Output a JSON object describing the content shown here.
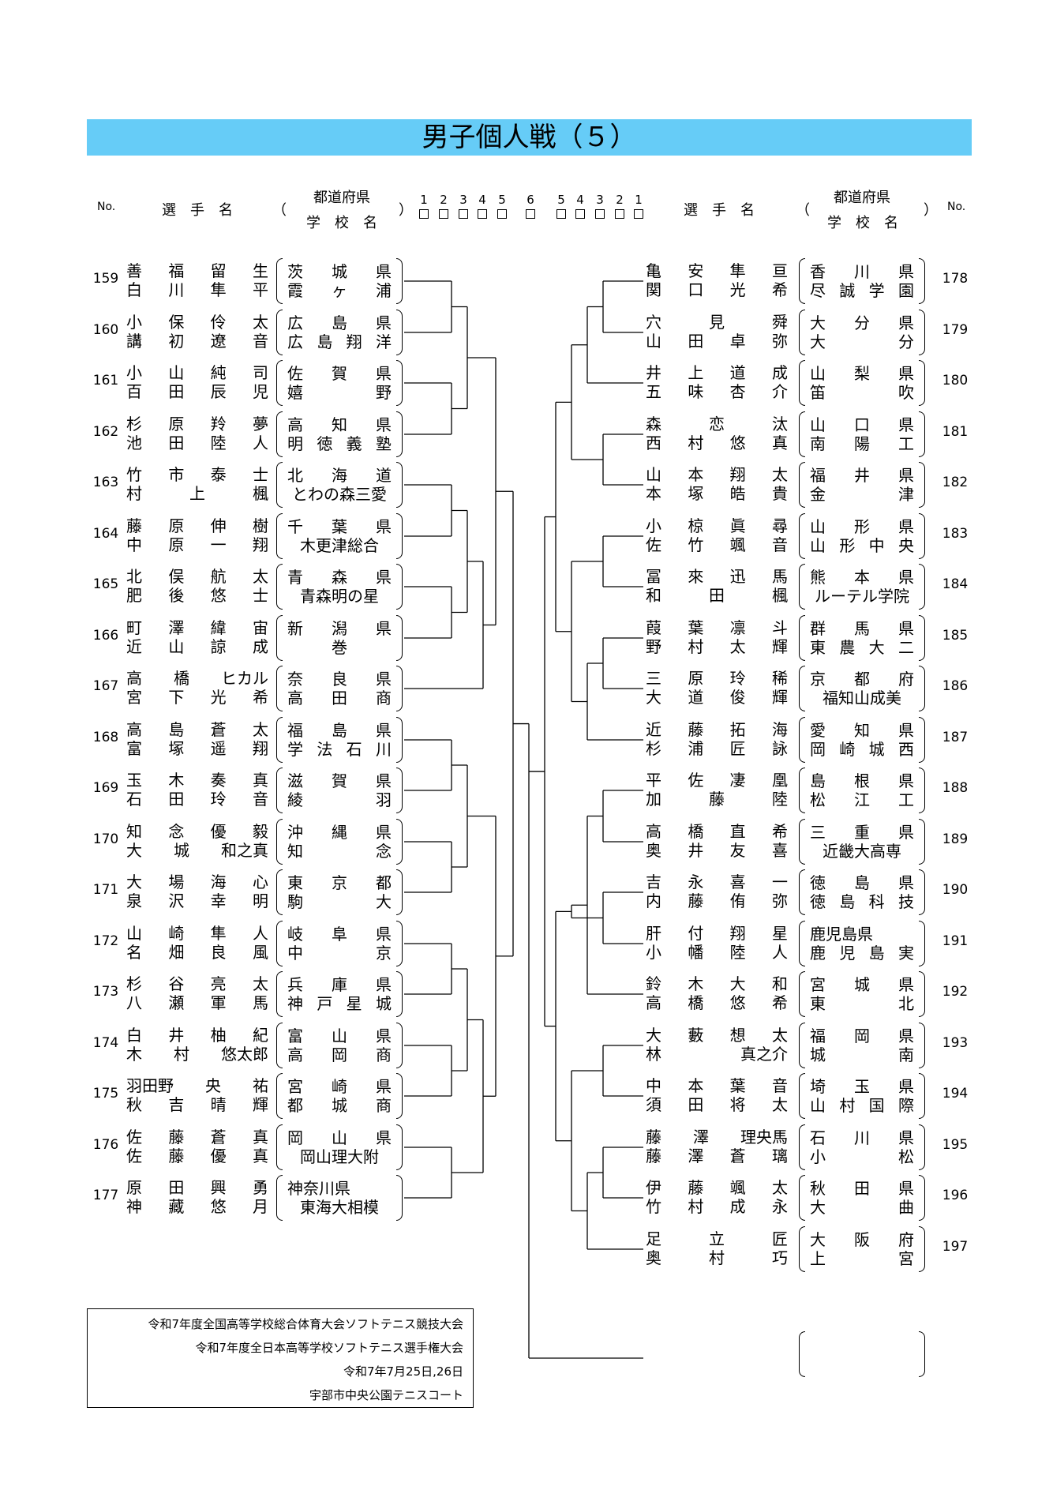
{
  "title": "男子個人戦（５）",
  "header": {
    "no": "No.",
    "player_name": "選　手　名",
    "prefecture": "都道府県",
    "school": "学　校　名",
    "paren_open": "（",
    "paren_close": "）",
    "rounds_left": [
      "1",
      "2",
      "3",
      "4",
      "5",
      "6"
    ],
    "rounds_right": [
      "5",
      "4",
      "3",
      "2",
      "1"
    ]
  },
  "left_entries": [
    {
      "no": "159",
      "p1": "善　福　留　生",
      "p2": "白　川　隼　平",
      "pref": "茨　城　県",
      "school": "霞　ヶ　浦"
    },
    {
      "no": "160",
      "p1": "小　保　伶　太",
      "p2": "講　初　遼　音",
      "pref": "広　島　県",
      "school": "広　島　翔　洋"
    },
    {
      "no": "161",
      "p1": "小　山　純　司",
      "p2": "百　田　辰　児",
      "pref": "佐　賀　県",
      "school": "嬉　　　野"
    },
    {
      "no": "162",
      "p1": "杉　原　羚　夢",
      "p2": "池　田　陸　人",
      "pref": "高　知　県",
      "school": "明　徳　義　塾"
    },
    {
      "no": "163",
      "p1": "竹　市　泰　士",
      "p2": "村　上　　楓",
      "pref": "北　海　道",
      "school": "とわの森三愛"
    },
    {
      "no": "164",
      "p1": "藤　原　伸　樹",
      "p2": "中　原　一　翔",
      "pref": "千　葉　県",
      "school": "木更津総合"
    },
    {
      "no": "165",
      "p1": "北　俣　航　太",
      "p2": "肥　後　悠　士",
      "pref": "青　森　県",
      "school": "青森明の星"
    },
    {
      "no": "166",
      "p1": "町　澤　緯　宙",
      "p2": "近　山　諒　成",
      "pref": "新　潟　県",
      "school": "巻"
    },
    {
      "no": "167",
      "p1": "高　橋　ヒカル",
      "p2": "宮　下　光　希",
      "pref": "奈　良　県",
      "school": "高　田　商"
    },
    {
      "no": "168",
      "p1": "高　島　蒼　太",
      "p2": "富　塚　遥　翔",
      "pref": "福　島　県",
      "school": "学　法　石　川"
    },
    {
      "no": "169",
      "p1": "玉　木　奏　真",
      "p2": "石　田　玲　音",
      "pref": "滋　賀　県",
      "school": "綾　　　羽"
    },
    {
      "no": "170",
      "p1": "知　念　優　毅",
      "p2": "大　城　和之真",
      "pref": "沖　縄　県",
      "school": "知　　　念"
    },
    {
      "no": "171",
      "p1": "大　場　海　心",
      "p2": "泉　沢　幸　明",
      "pref": "東　京　都",
      "school": "駒　　　大"
    },
    {
      "no": "172",
      "p1": "山　崎　隼　人",
      "p2": "名　畑　良　風",
      "pref": "岐　阜　県",
      "school": "中　　　京"
    },
    {
      "no": "173",
      "p1": "杉　谷　亮　太",
      "p2": "八　瀬　軍　馬",
      "pref": "兵　庫　県",
      "school": "神　戸　星　城"
    },
    {
      "no": "174",
      "p1": "白　井　柚　紀",
      "p2": "木　村　悠太郎",
      "pref": "富　山　県",
      "school": "高　岡　商"
    },
    {
      "no": "175",
      "p1": "羽田野　央　祐",
      "p2": "秋　吉　晴　輝",
      "pref": "宮　崎　県",
      "school": "都　城　商"
    },
    {
      "no": "176",
      "p1": "佐　藤　蒼　真",
      "p2": "佐　藤　優　真",
      "pref": "岡　山　県",
      "school": "岡山理大附"
    },
    {
      "no": "177",
      "p1": "原　田　興　勇",
      "p2": "神　藏　悠　月",
      "pref": "神奈川県",
      "school": "東海大相模"
    }
  ],
  "right_entries": [
    {
      "no": "178",
      "p1": "亀　安　隼　亘",
      "p2": "関　口　光　希",
      "pref": "香　川　県",
      "school": "尽　誠　学　園"
    },
    {
      "no": "179",
      "p1": "穴　見　　舜",
      "p2": "山　田　卓　弥",
      "pref": "大　分　県",
      "school": "大　　　分"
    },
    {
      "no": "180",
      "p1": "井　上　道　成",
      "p2": "五　味　杏　介",
      "pref": "山　梨　県",
      "school": "笛　　　吹"
    },
    {
      "no": "181",
      "p1": "　森　恋　汰",
      "p2": "西　村　悠　真",
      "pref": "山　口　県",
      "school": "南　陽　工"
    },
    {
      "no": "182",
      "p1": "山　本　翔　太",
      "p2": "本　塚　皓　貴",
      "pref": "福　井　県",
      "school": "金　　　津"
    },
    {
      "no": "183",
      "p1": "小　椋　眞　尋",
      "p2": "佐　竹　颯　音",
      "pref": "山　形　県",
      "school": "山　形　中　央"
    },
    {
      "no": "184",
      "p1": "冨　來　迅　馬",
      "p2": "和　田　　楓",
      "pref": "熊　本　県",
      "school": "ルーテル学院"
    },
    {
      "no": "185",
      "p1": "葭　葉　凛　斗",
      "p2": "野　村　太　輝",
      "pref": "群　馬　県",
      "school": "東　農　大　二"
    },
    {
      "no": "186",
      "p1": "三　原　玲　稀",
      "p2": "大　道　俊　輝",
      "pref": "京　都　府",
      "school": "福知山成美"
    },
    {
      "no": "187",
      "p1": "近　藤　拓　海",
      "p2": "杉　浦　匠　詠",
      "pref": "愛　知　県",
      "school": "岡　崎　城　西"
    },
    {
      "no": "188",
      "p1": "平　佐　凄　凰",
      "p2": "加　藤　　陸",
      "pref": "島　根　県",
      "school": "松　江　工"
    },
    {
      "no": "189",
      "p1": "高　橋　直　希",
      "p2": "奥　井　友　喜",
      "pref": "三　重　県",
      "school": "近畿大高専"
    },
    {
      "no": "190",
      "p1": "吉　永　喜　一",
      "p2": "内　藤　侑　弥",
      "pref": "徳　島　県",
      "school": "徳　島　科　技"
    },
    {
      "no": "191",
      "p1": "肝　付　翔　星",
      "p2": "小　幡　陸　人",
      "pref": "鹿児島県",
      "school": "鹿　児　島　実"
    },
    {
      "no": "192",
      "p1": "鈴　木　大　和",
      "p2": "高　橋　悠　希",
      "pref": "宮　城　県",
      "school": "東　　　北"
    },
    {
      "no": "193",
      "p1": "大　藪　想　太",
      "p2": "　林　真之介",
      "pref": "福　岡　県",
      "school": "城　　　南"
    },
    {
      "no": "194",
      "p1": "中　本　葉　音",
      "p2": "須　田　将　太",
      "pref": "埼　玉　県",
      "school": "山　村　国　際"
    },
    {
      "no": "195",
      "p1": "藤　澤　理央馬",
      "p2": "藤　澤　蒼　璃",
      "pref": "石　川　県",
      "school": "小　　　松"
    },
    {
      "no": "196",
      "p1": "伊　藤　颯　太",
      "p2": "竹　村　成　永",
      "pref": "秋　田　県",
      "school": "大　　　曲"
    },
    {
      "no": "197",
      "p1": "足　立　　匠",
      "p2": "奥　村　　巧",
      "pref": "大　阪　府",
      "school": "上　　　宮"
    }
  ],
  "footer": {
    "line1": "令和7年度全国高等学校総合体育大会ソフトテニス競技大会",
    "line2": "令和7年度全日本高等学校ソフトテニス選手権大会",
    "line3": "令和7年7月25日,26日",
    "line4": "宇部市中央公園テニスコート"
  }
}
